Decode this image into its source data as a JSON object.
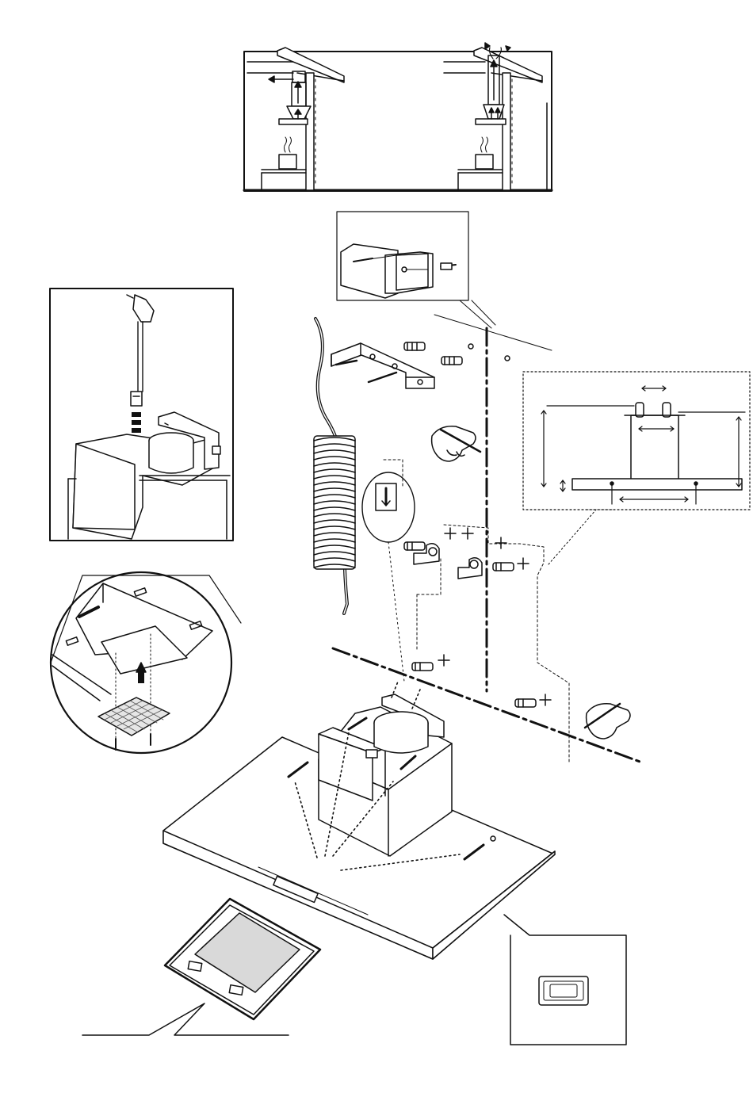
{
  "colors": {
    "ink": "#111111",
    "filter_fill": "#d9d9d9",
    "grid_fill": "#e6e6e6",
    "paper": "#ffffff"
  },
  "panels": {
    "venting_modes": [
      "ducted-extraction",
      "recirculation"
    ],
    "callouts": [
      "wall-plug-detail",
      "bracket-dimensions",
      "power-cord-connection",
      "charcoal-filter-fitting",
      "grease-filter",
      "control-button-detail"
    ]
  }
}
